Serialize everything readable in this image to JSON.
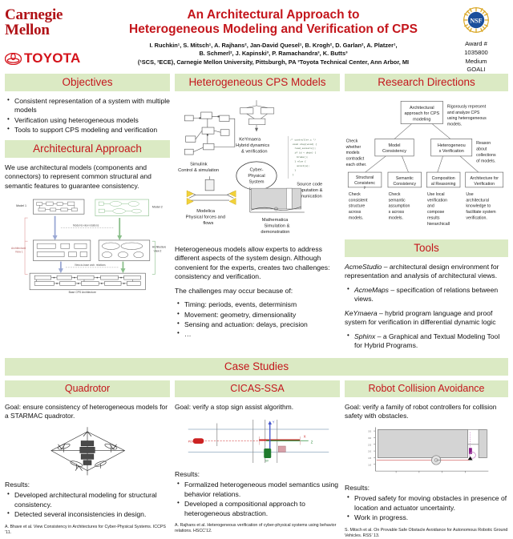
{
  "header": {
    "cmu_line1": "Carnegie",
    "cmu_line2": "Mellon",
    "toyota_label": "TOYOTA",
    "title_line1": "An Architectural Approach to",
    "title_line2": "Heterogeneous Modeling and Verification of CPS",
    "authors_line1": "I. Ruchkin¹, S. Mitsch¹, A. Rajhans², Jan-David Quesel¹, B. Krogh², D. Garlan², A. Platzer¹,",
    "authors_line2": "B. Schmerl², J. Kapinski³, P. Ramachandra³, K. Butts³",
    "affiliation": "(¹SCS, ²ECE), Carnegie Mellon University, Pittsburgh, PA   ³Toyota Technical Center, Ann Arbor, MI",
    "nsf_logo_text": "NSF",
    "nsf_line1": "Award #",
    "nsf_line2": "1035800",
    "nsf_line3": "Medium",
    "nsf_line4": "GOALI",
    "accent_red": "#c4161c",
    "section_green": "#dbeac4"
  },
  "objectives": {
    "heading": "Objectives",
    "items": [
      "Consistent representation of a system with multiple models",
      "Verification using heterogeneous models",
      "Tools to support CPS modeling and verification"
    ]
  },
  "architectural_approach": {
    "heading": "Architectural Approach",
    "paragraph": "We use architectural models (components and connectors) to represent common structural and semantic features to guarantee consistency.",
    "diagram": {
      "model1_label": "Model 1",
      "model2_label": "Model 2",
      "view1_label": "Architectural View 1",
      "view2_label": "Architectural View 2",
      "link_model_view": "Model-to-view relations",
      "link_view_base": "View-to-base arch. relations",
      "base_label": "Base CPS Architecture"
    }
  },
  "heterogeneous_models": {
    "heading": "Heterogeneous CPS Models",
    "diagram": {
      "center": "Cyber-Physical System",
      "nodes": [
        {
          "name": "Simulink",
          "desc": "Control & simulation"
        },
        {
          "name": "KeYmaera",
          "desc": "Hybrid dynamics & verification"
        },
        {
          "name": "Source code",
          "desc": "Computation & communication"
        },
        {
          "name": "Modelica",
          "desc": "Physical forces and flows"
        },
        {
          "name": "Mathematica",
          "desc": "Simulation & demonstration"
        }
      ]
    },
    "paragraph1": "Heterogeneous models allow experts to address different aspects of the system design.  Although convenient for the experts, creates two challenges: consistency and verification.",
    "paragraph2": "The challenges may occur because of:",
    "challenges": [
      "Timing: periods, events,  determinism",
      "Movement: geometry, dimensionality",
      "Sensing and actuation: delays, precision",
      "…"
    ]
  },
  "research_directions": {
    "heading": "Research Directions",
    "tree": {
      "root": "Architectural approach for CPS modeling",
      "root_note": "Rigorously  represent  and analyze CPS using heterogeneous models.",
      "left_branch": "Model Consistency",
      "left_note": "Check whether models contradict each other.",
      "right_branch": "Heterogeneous Verification",
      "right_note": "Reason about collections of models.",
      "leaves": [
        {
          "title": "Structural Consistency",
          "note": "Check consistent structure across models."
        },
        {
          "title": "Semantic Consistency",
          "note": "Check semantic assumptions across models."
        },
        {
          "title": "Compositional Reasoning",
          "note": "Use local verification and compose results hierarchically"
        },
        {
          "title": "Architecture for Verification",
          "note": "Use architectural knowledge to facilitate system verification."
        }
      ]
    }
  },
  "tools": {
    "heading": "Tools",
    "entries": [
      {
        "name": "AcmeStudio",
        "text": " – architectural design environment for representation and analysis of architectural views.",
        "bullet": false
      },
      {
        "name": "AcmeMaps",
        "text": " – specification of relations between views.",
        "bullet": true
      },
      {
        "name": "KeYmaera",
        "text": " – hybrid program language and proof system for verification in differential dynamic logic",
        "bullet": false
      },
      {
        "name": "Sphinx",
        "text": " – a Graphical and Textual Modeling Tool for Hybrid Programs.",
        "bullet": true
      }
    ]
  },
  "case_studies": {
    "heading": "Case Studies",
    "studies": [
      {
        "title": "Quadrotor",
        "goal": "Goal: ensure consistency of heterogeneous models for a STARMAC quadrotor.",
        "results_label": "Results:",
        "results": [
          "Developed architectural modeling for structural consistency.",
          "Detected several inconsistencies in design."
        ],
        "reference": "A. Bhave et al.  View Consistency in Architectures for Cyber-Physical Systems. ICCPS ’11."
      },
      {
        "title": "CICAS-SSA",
        "goal": "Goal: verify a stop sign assist algorithm.",
        "results_label": "Results:",
        "results": [
          "Formalized heterogeneous model semantics using behavior relations.",
          "Developed a compositional approach to heterogeneous abstraction."
        ],
        "reference": "A. Rajhans et al. Heterogeneous verification of cyber-physical systems using behavior relations. HSCC’12."
      },
      {
        "title": "Robot Collision Avoidance",
        "goal": "Goal:  verify a family of robot controllers for collision safety with obstacles.",
        "results_label": "Results:",
        "results": [
          "Proved safety for moving obstacles in presence of location and actuator uncertainty.",
          "Work in progress."
        ],
        "reference": "S. Mitsch et al. On Provable Safe Obstacle Avoidance for Autonomous Robotic Ground Vehicles.  RSS’ 13."
      }
    ]
  }
}
